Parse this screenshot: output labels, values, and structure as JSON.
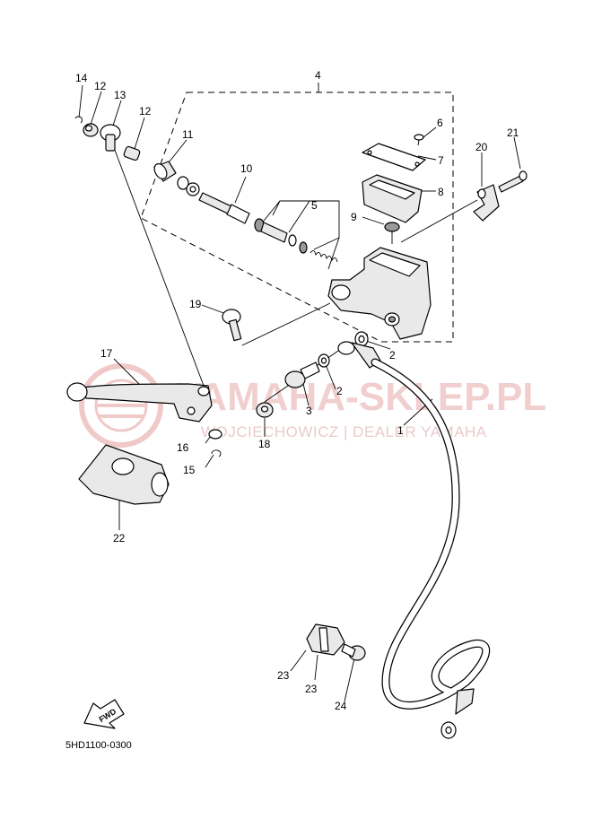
{
  "watermark": {
    "brand": "YAMAHA-SKLEP.PL",
    "tagline": "WOJCIECHOWICZ | DEALER YAMAHA"
  },
  "diagram_code": "5HD1100-0300",
  "fwd_label": "FWD",
  "callouts": {
    "c1": "1",
    "c2a": "2",
    "c2b": "2",
    "c3": "3",
    "c4": "4",
    "c5": "5",
    "c6": "6",
    "c7": "7",
    "c8": "8",
    "c9": "9",
    "c10": "10",
    "c11": "11",
    "c12a": "12",
    "c12b": "12",
    "c13": "13",
    "c14": "14",
    "c15": "15",
    "c16": "16",
    "c17": "17",
    "c18": "18",
    "c19": "19",
    "c20": "20",
    "c21": "21",
    "c22": "22",
    "c23a": "23",
    "c23b": "23",
    "c24": "24"
  }
}
